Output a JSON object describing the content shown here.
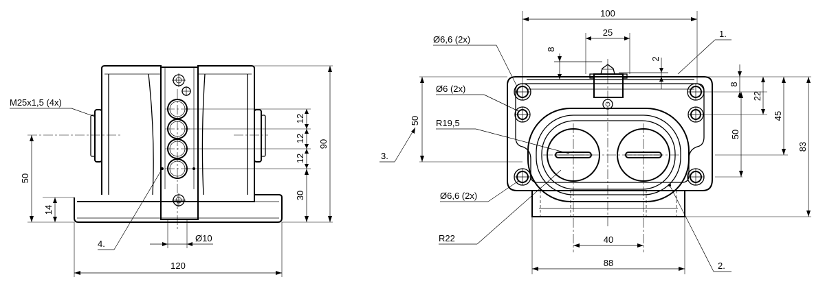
{
  "left_view": {
    "thread_callout": "M25x1,5 (4x)",
    "dims": {
      "d50": "50",
      "d14": "14",
      "d12a": "12",
      "d12b": "12",
      "d12c": "12",
      "d30": "30",
      "d90": "90",
      "d120": "120",
      "d10": "Ø10"
    },
    "item_label": "4."
  },
  "right_view": {
    "callouts": {
      "hole_top": "Ø6,6 (2x)",
      "hole_mid": "Ø6 (2x)",
      "radius_inner": "R19,5",
      "hole_bottom": "Ø6,6 (2x)",
      "radius_outer": "R22"
    },
    "dims": {
      "d100": "100",
      "d25": "25",
      "d8a": "8",
      "d2": "2",
      "d50": "50",
      "d8b": "8",
      "d22": "22",
      "d50b": "50",
      "d45": "45",
      "d83": "83",
      "d40": "40",
      "d88": "88"
    },
    "item_labels": {
      "i1": "1.",
      "i2": "2.",
      "i3": "3."
    }
  }
}
